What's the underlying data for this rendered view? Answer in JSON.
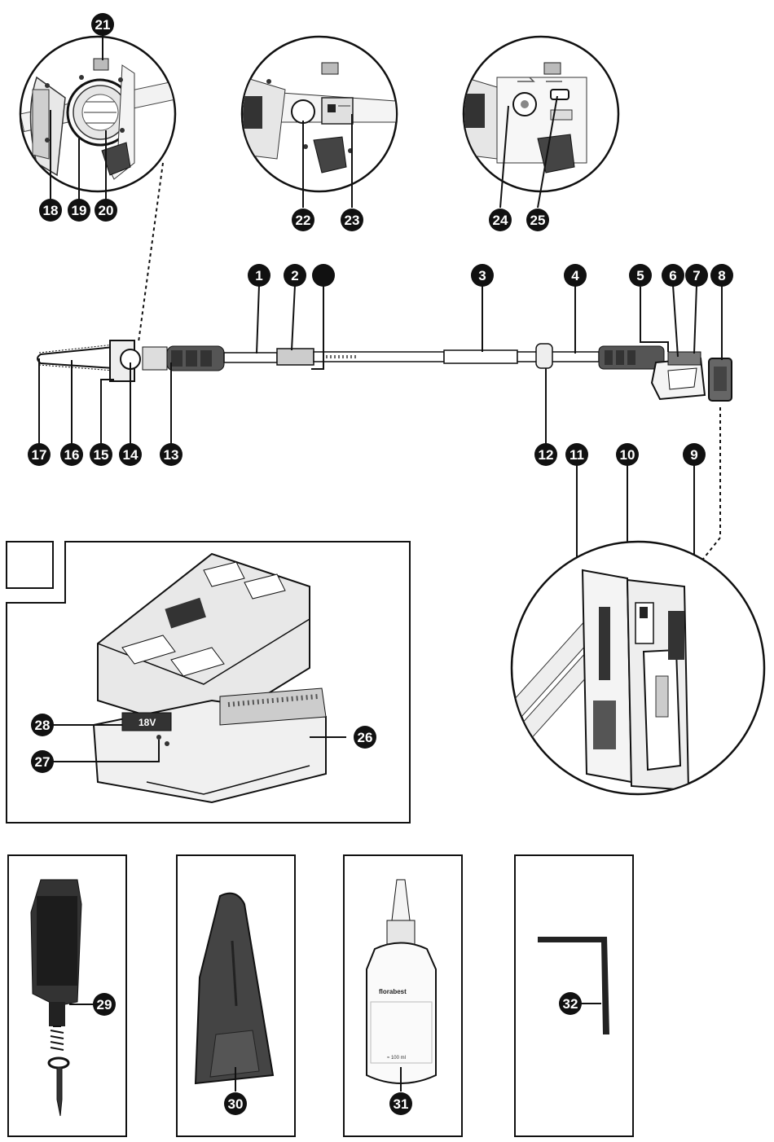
{
  "callouts": {
    "c1": "1",
    "c2": "2",
    "c3": "3",
    "c4": "4",
    "c5": "5",
    "c6": "6",
    "c7": "7",
    "c8": "8",
    "c9": "9",
    "c10": "10",
    "c11": "11",
    "c12": "12",
    "c13": "13",
    "c14": "14",
    "c15": "15",
    "c16": "16",
    "c17": "17",
    "c18": "18",
    "c19": "19",
    "c20": "20",
    "c21": "21",
    "c22": "22",
    "c23": "23",
    "c24": "24",
    "c25": "25",
    "c26": "26",
    "c27": "27",
    "c28": "28",
    "c29": "29",
    "c30": "30",
    "c31": "31",
    "c32": "32"
  },
  "unlabeled_marker": "",
  "figure_b_label": "",
  "product_labels": {
    "charger_display": "18V",
    "handle_brand": "florabest",
    "bottle_brand": "florabest",
    "bottle_volume": "≈ 100 ml"
  }
}
